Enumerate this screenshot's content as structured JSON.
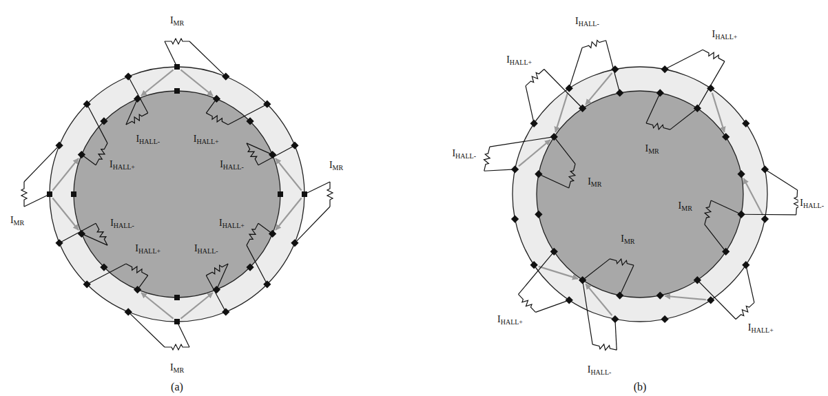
{
  "diagram": {
    "labels": [
      "IMR",
      "IHALL-",
      "IHALL+",
      "IHALL+",
      "IHALL-",
      "IMR",
      "IMR",
      "IHALL-",
      "IHALL+",
      "IHALL+",
      "IHALL-",
      "IMR",
      "(a)",
      "IHALL-",
      "IHALL+",
      "IHALL+",
      "IMR",
      "IHALL-",
      "IMR",
      "IHALL-",
      "IMR",
      "IMR",
      "IHALL+",
      "IHALL+",
      "IHALL-",
      "(b)"
    ]
  }
}
